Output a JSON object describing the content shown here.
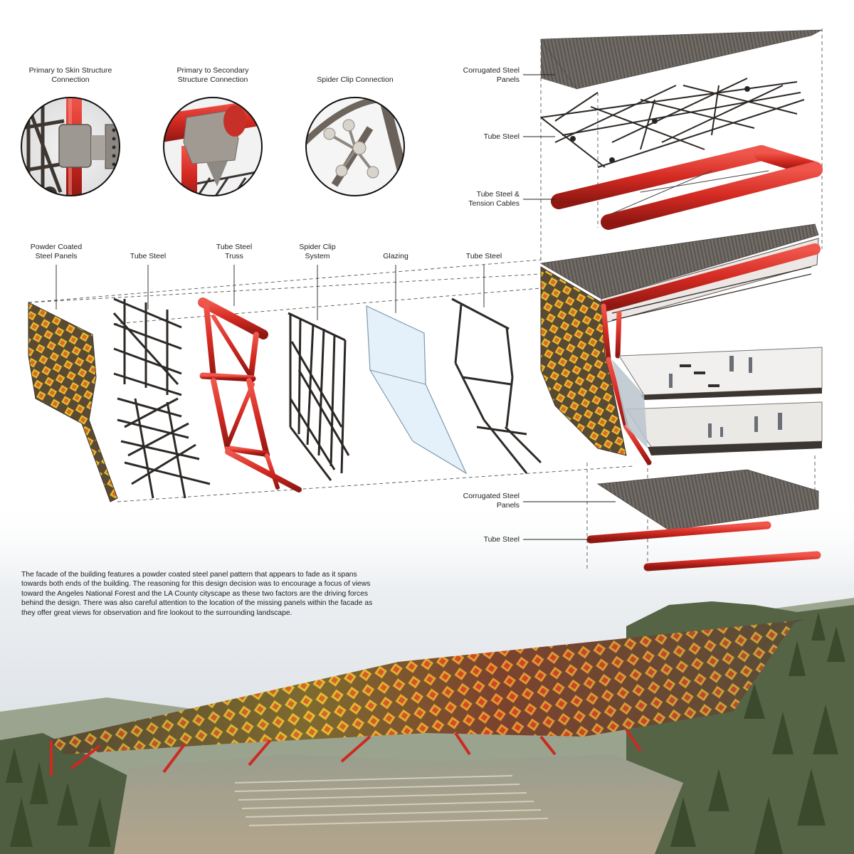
{
  "details": [
    {
      "label_lines": [
        "Primary to Skin Structure",
        "Connection"
      ]
    },
    {
      "label_lines": [
        "Primary to Secondary",
        "Structure Connection"
      ]
    },
    {
      "label_lines": [
        "Spider Clip Connection"
      ]
    }
  ],
  "layers": [
    {
      "label_lines": [
        "Powder Coated",
        "Steel Panels"
      ]
    },
    {
      "label_lines": [
        "Tube Steel"
      ]
    },
    {
      "label_lines": [
        "Tube Steel",
        "Truss"
      ]
    },
    {
      "label_lines": [
        "Spider Clip",
        "System"
      ]
    },
    {
      "label_lines": [
        "Glazing"
      ]
    },
    {
      "label_lines": [
        "Tube Steel"
      ]
    }
  ],
  "stack_labels": [
    {
      "label_lines": [
        "Corrugated Steel",
        "Panels"
      ]
    },
    {
      "label_lines": [
        "Tube Steel"
      ]
    },
    {
      "label_lines": [
        "Tube Steel &",
        "Tension Cables"
      ]
    },
    {
      "label_lines": [
        "Corrugated Steel",
        "Panels"
      ]
    },
    {
      "label_lines": [
        "Tube Steel"
      ]
    }
  ],
  "description_lines": [
    "The facade of the building features a powder coated steel panel pattern that appears to fade as it spans",
    "towards both ends of the building.  The reasoning for this design decision was to encourage a focus of views",
    "toward the Angeles National Forest and the LA County cityscape as these two factors are the driving forces",
    "behind the design.  There was also careful attention to the location of the missing panels within the facade as",
    "they offer great views for observation and fire lookout to the surrounding landscape."
  ],
  "colors": {
    "structure_red": "#d42a22",
    "panel_yellow": "#e7c533",
    "panel_orange": "#d9762a",
    "steel_dark": "#3b3632",
    "roof_gray": "#6f6a66",
    "glass_blue": "#dfeefa",
    "sky": "#dfe4e8",
    "forest_green": "#4c5a3a"
  },
  "icons": [
    "skin-connection-detail-icon",
    "secondary-connection-detail-icon",
    "spider-clip-detail-icon"
  ]
}
